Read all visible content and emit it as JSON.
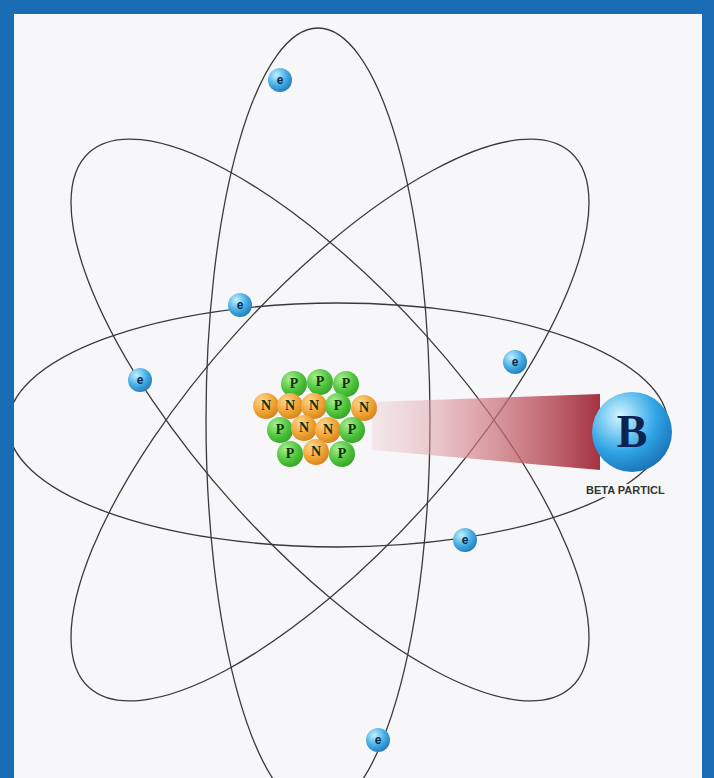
{
  "diagram": {
    "nodes": [
      {
        "text": [
          "e"
        ]
      },
      {
        "text": [
          "e"
        ]
      },
      {
        "text": [
          "e"
        ]
      },
      {
        "text": [
          "e"
        ]
      },
      {
        "text": [
          "P"
        ]
      },
      {
        "text": [
          "P"
        ]
      },
      {
        "text": [
          "P"
        ]
      },
      {
        "text": [
          "N"
        ]
      },
      {
        "text": [
          "N"
        ]
      },
      {
        "text": [
          "N"
        ]
      },
      {
        "text": [
          "P"
        ]
      },
      {
        "text": [
          "N"
        ]
      },
      {
        "text": [
          "P"
        ]
      },
      {
        "text": [
          "N"
        ]
      },
      {
        "text": [
          "N"
        ]
      },
      {
        "text": [
          "P"
        ]
      },
      {
        "text": [
          "P"
        ]
      },
      {
        "text": [
          "N"
        ]
      },
      {
        "text": [
          "P"
        ]
      },
      {
        "text": [
          "B",
          "BETA PARTICL"
        ]
      },
      {
        "text": [
          "e"
        ]
      },
      {
        "text": [
          "e"
        ]
      }
    ]
  }
}
